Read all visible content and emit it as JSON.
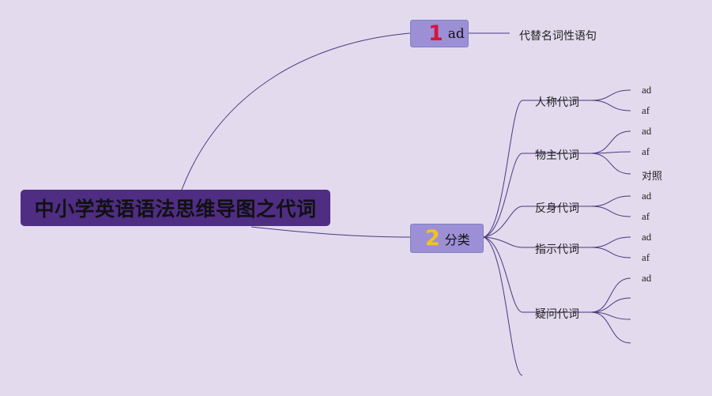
{
  "root": {
    "title": "中小学英语语法思维导图之代词"
  },
  "branch1": {
    "number": "1",
    "label": "ad",
    "child": "代替名词性语句"
  },
  "branch2": {
    "number": "2",
    "label": "分类",
    "groups": [
      {
        "name": "人称代词",
        "leaves": [
          "ad",
          "af"
        ]
      },
      {
        "name": "物主代词",
        "leaves": [
          "ad",
          "af",
          "对照"
        ]
      },
      {
        "name": "反身代词",
        "leaves": [
          "ad",
          "af"
        ]
      },
      {
        "name": "指示代词",
        "leaves": [
          "ad",
          "af"
        ]
      },
      {
        "name": "疑问代词",
        "leaves": [
          "ad",
          "",
          "",
          ""
        ]
      },
      {
        "name": "",
        "leaves": []
      }
    ]
  },
  "colors": {
    "background": "#e3daee",
    "root": "#4f2d83",
    "branch": "#9d8fd6",
    "line": "#4a3a7e"
  }
}
